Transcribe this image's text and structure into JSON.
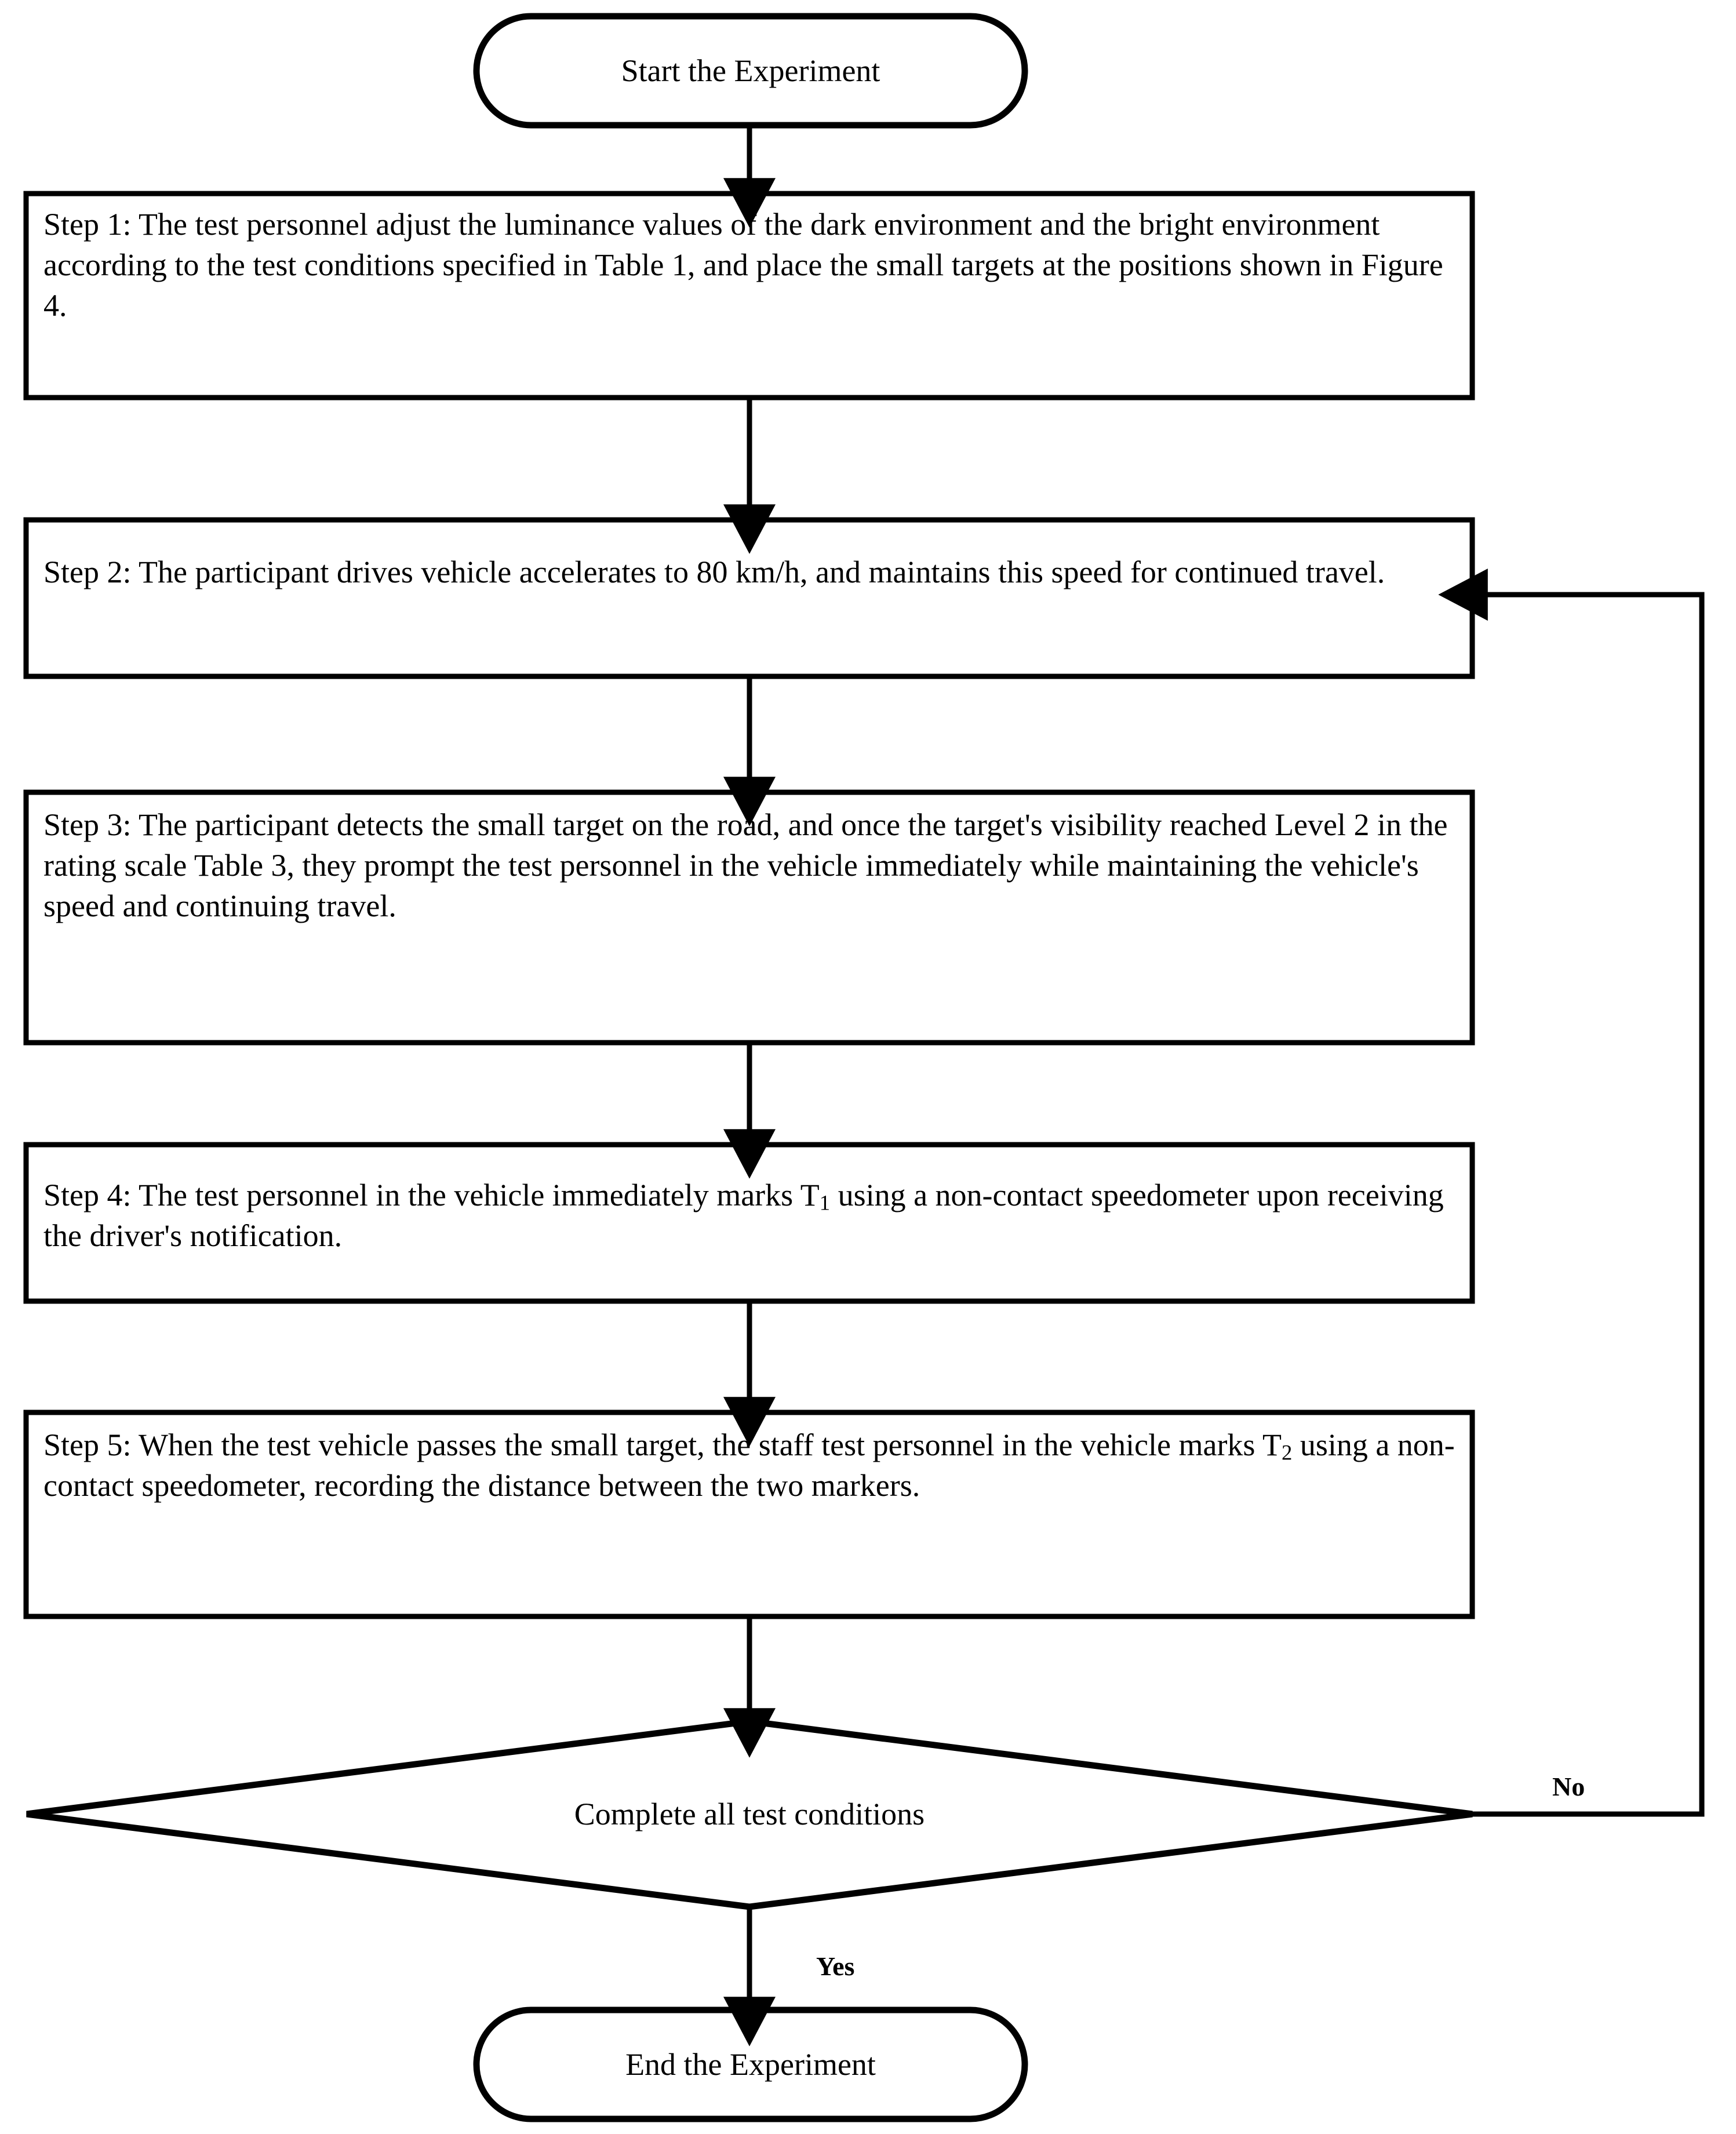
{
  "diagram": {
    "type": "flowchart",
    "title": "Experiment Procedure Flowchart",
    "orientation": "top-to-bottom",
    "stroke_color": "#000000",
    "fill_color": "#ffffff",
    "nodes": {
      "start": {
        "shape": "terminator",
        "label": "Start the Experiment"
      },
      "step1": {
        "shape": "process",
        "label": "Step 1: The test personnel adjust the luminance values of the dark environment and the bright environment according to the test conditions specified in Table 1, and place the small targets at the positions shown in Figure 4."
      },
      "step2": {
        "shape": "process",
        "label": "Step 2: The participant drives vehicle accelerates to 80 km/h, and maintains this speed for continued travel."
      },
      "step3": {
        "shape": "process",
        "label": "Step 3: The participant detects the small target on the road, and once the target's visibility reached Level 2 in the rating scale Table 3, they prompt the test personnel in the vehicle immediately while maintaining the vehicle's speed and continuing travel."
      },
      "step4": {
        "shape": "process",
        "label_pre": "Step 4: The test personnel in the vehicle immediately marks T",
        "label_sub": "1",
        "label_post": " using a non-contact speedometer upon receiving the driver's notification."
      },
      "step5": {
        "shape": "process",
        "label_pre": "Step 5: When the test vehicle passes the small target, the staff test personnel in the vehicle marks T",
        "label_sub": "2",
        "label_post": " using a non-contact speedometer, recording the distance between the two markers."
      },
      "decision": {
        "shape": "decision",
        "label": "Complete all test conditions"
      },
      "end": {
        "shape": "terminator",
        "label": "End the Experiment"
      }
    },
    "edge_labels": {
      "no": "No",
      "yes": "Yes"
    }
  }
}
